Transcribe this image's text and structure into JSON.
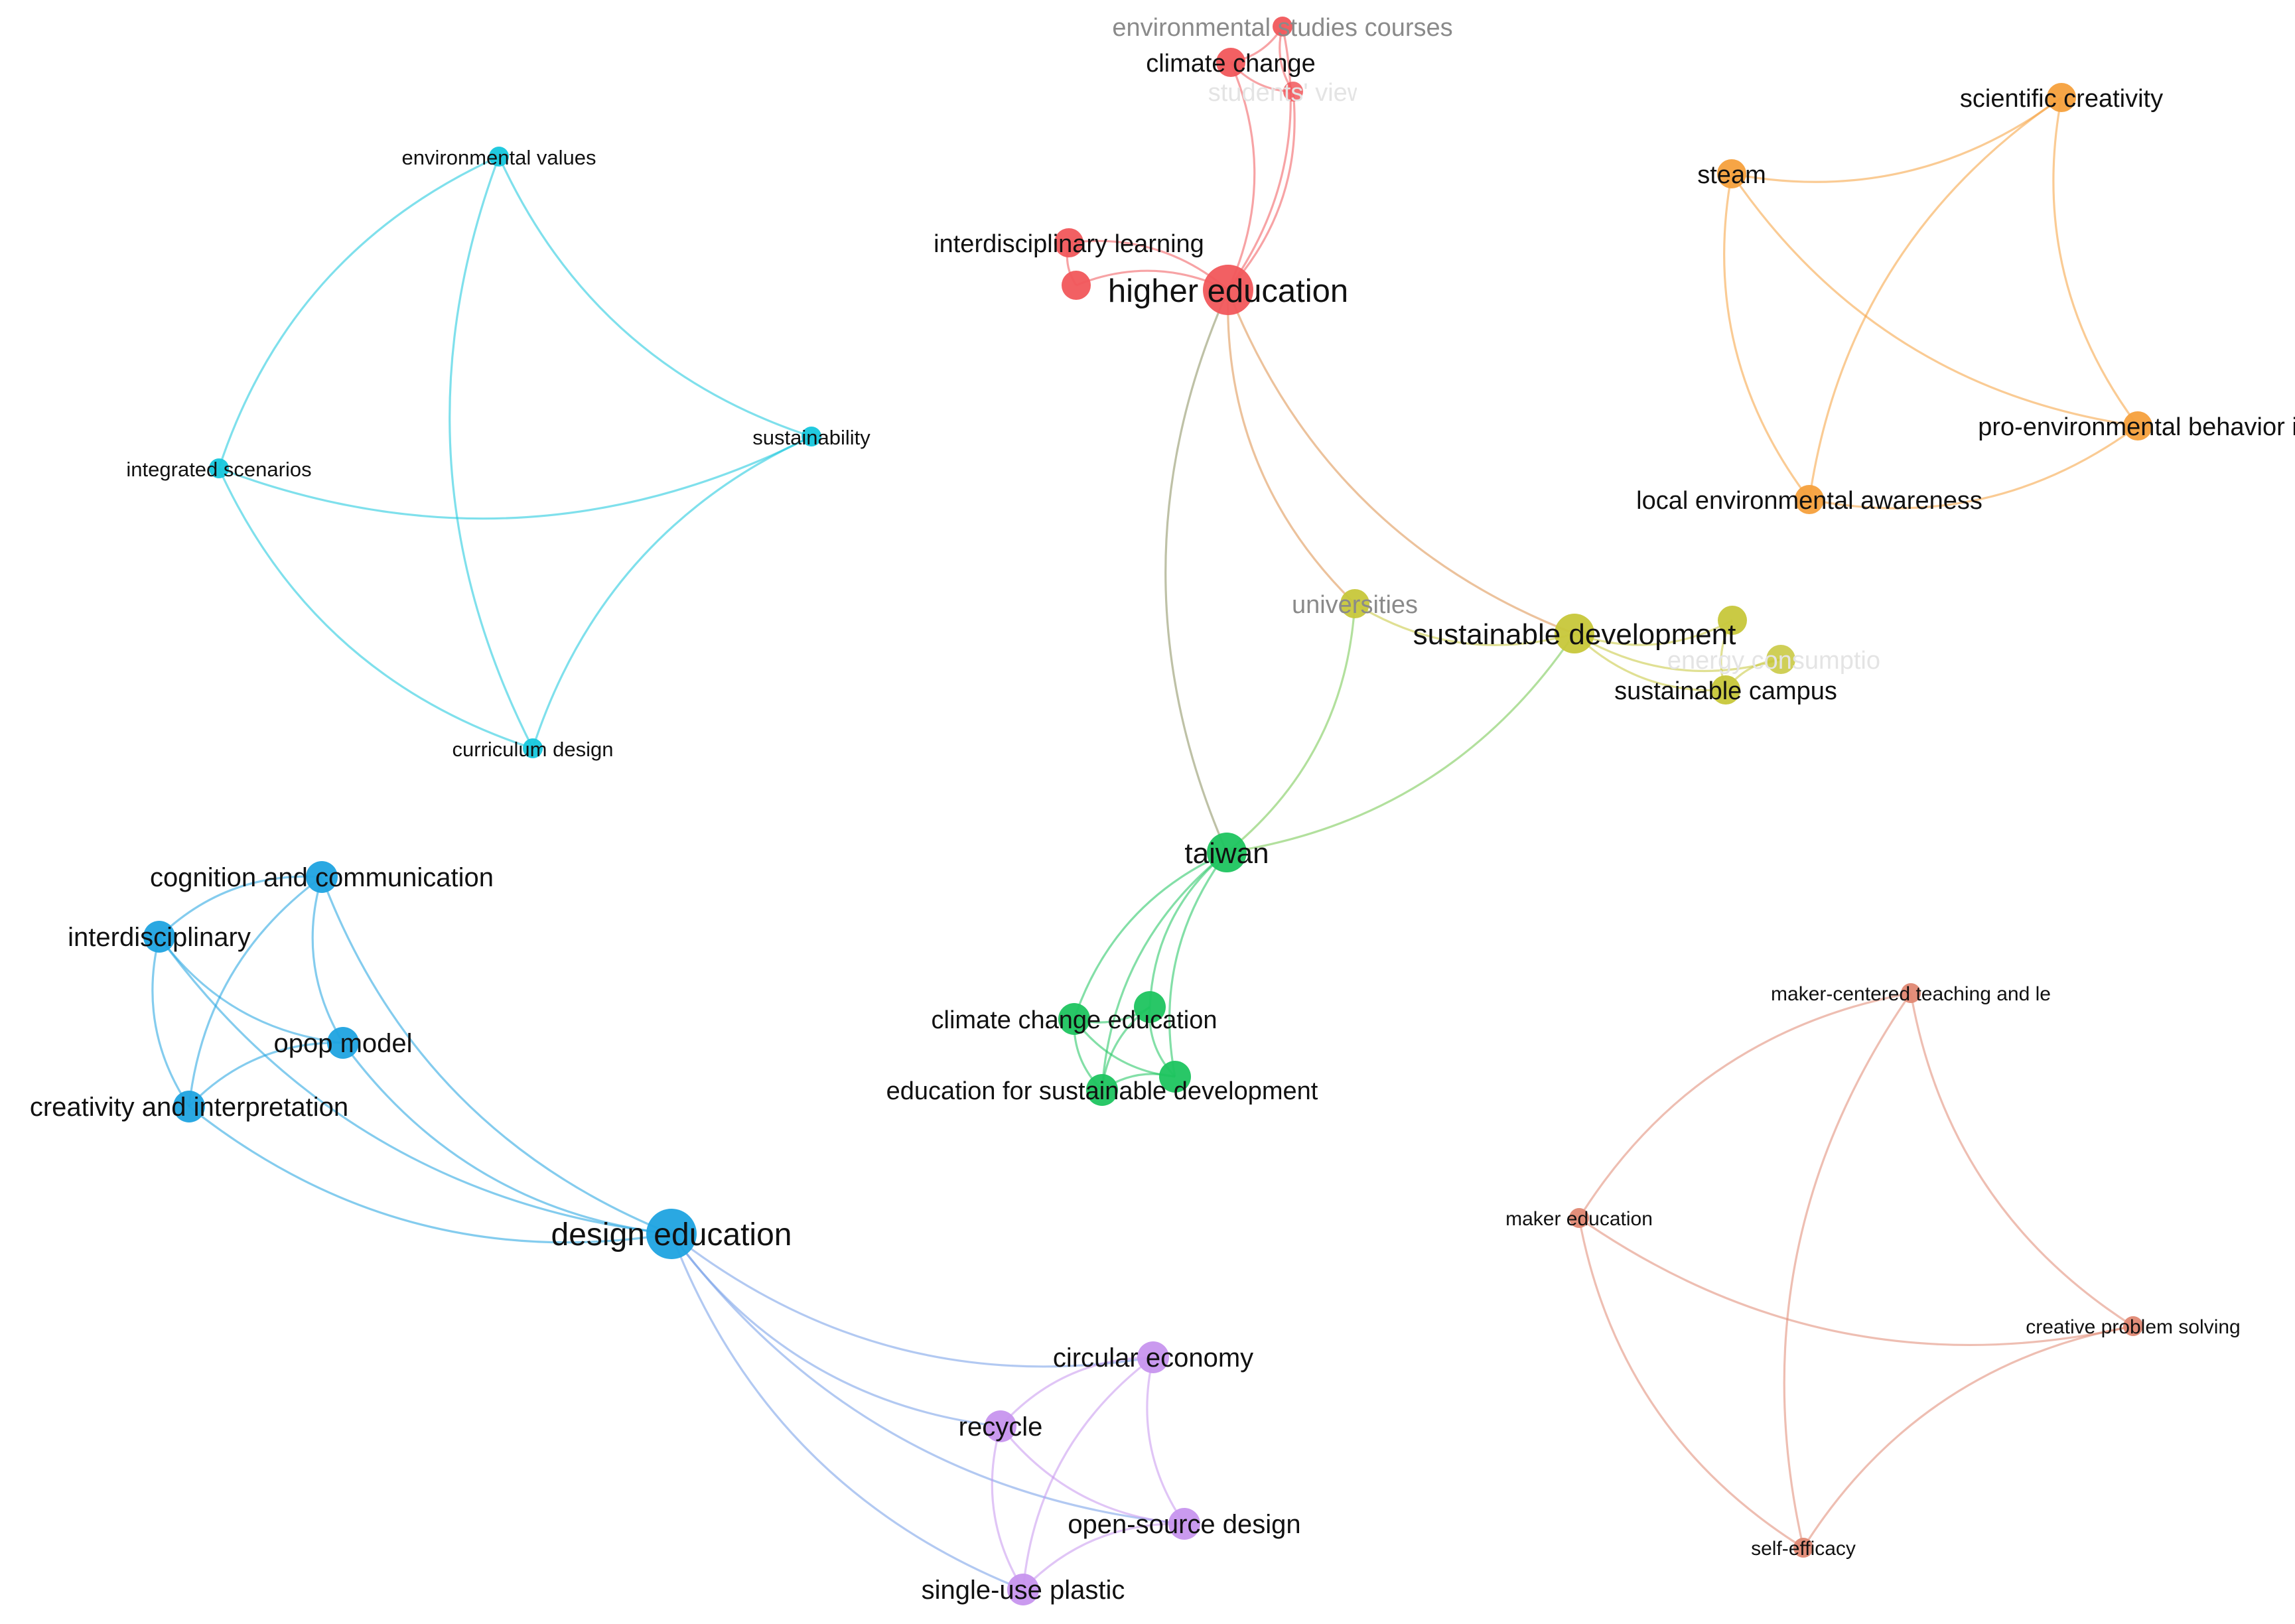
{
  "colors": {
    "cyan": "#16c7dd",
    "blue": "#1fa3e0",
    "purple": "#c795ee",
    "green": "#1ec45f",
    "yellow": "#c7c73a",
    "red": "#f1575b",
    "orange": "#f5a03c",
    "salmon": "#e08873"
  },
  "clusters": [
    {
      "id": "cyan",
      "color": "#16c7dd",
      "nodes": [
        {
          "id": "environmental-values",
          "label": "environmental values",
          "weight": 1
        },
        {
          "id": "integrated-scenarios",
          "label": "integrated scenarios",
          "weight": 1
        },
        {
          "id": "sustainability",
          "label": "sustainability",
          "weight": 1
        },
        {
          "id": "curriculum-design",
          "label": "curriculum design",
          "weight": 1
        }
      ]
    },
    {
      "id": "red",
      "color": "#f1575b",
      "nodes": [
        {
          "id": "environmental-studies-courses",
          "label": "environmental studies courses",
          "weight": 1,
          "faded": true
        },
        {
          "id": "climate-change",
          "label": "climate change",
          "weight": 2
        },
        {
          "id": "students-views",
          "label": "students' views",
          "weight": 1,
          "ghost": true
        },
        {
          "id": "interdisciplinary-learning",
          "label": "interdisciplinary learning",
          "weight": 2
        },
        {
          "id": "red-unlabeled",
          "label": "",
          "weight": 2
        },
        {
          "id": "higher-education",
          "label": "higher education",
          "weight": 5
        }
      ]
    },
    {
      "id": "orange",
      "color": "#f5a03c",
      "nodes": [
        {
          "id": "scientific-creativity",
          "label": "scientific creativity",
          "weight": 2
        },
        {
          "id": "steam",
          "label": "steam",
          "weight": 2
        },
        {
          "id": "pro-environmental-behavior",
          "label": "pro-environmental behavior i",
          "weight": 2
        },
        {
          "id": "local-environmental-awareness",
          "label": "local environmental awareness",
          "weight": 2
        }
      ]
    },
    {
      "id": "yellow",
      "color": "#c7c73a",
      "nodes": [
        {
          "id": "universities",
          "label": "universities",
          "weight": 2,
          "faded": true
        },
        {
          "id": "sustainable-development",
          "label": "sustainable development",
          "weight": 4
        },
        {
          "id": "yellow-unlabeled",
          "label": "",
          "weight": 2
        },
        {
          "id": "energy-consumption",
          "label": "energy consumption",
          "weight": 2,
          "ghost": true
        },
        {
          "id": "sustainable-campus",
          "label": "sustainable campus",
          "weight": 2
        }
      ]
    },
    {
      "id": "green",
      "color": "#1ec45f",
      "nodes": [
        {
          "id": "taiwan",
          "label": "taiwan",
          "weight": 4
        },
        {
          "id": "climate-change-education",
          "label": "climate change education",
          "weight": 3
        },
        {
          "id": "green-unlabeled-1",
          "label": "",
          "weight": 3
        },
        {
          "id": "green-unlabeled-2",
          "label": "",
          "weight": 3
        },
        {
          "id": "education-for-sustainable-development",
          "label": "education for sustainable development",
          "weight": 3
        }
      ]
    },
    {
      "id": "blue",
      "color": "#1fa3e0",
      "nodes": [
        {
          "id": "cognition-and-communication",
          "label": "cognition and communication",
          "weight": 3
        },
        {
          "id": "interdisciplinary",
          "label": "interdisciplinary",
          "weight": 3
        },
        {
          "id": "opop-model",
          "label": "opop model",
          "weight": 3
        },
        {
          "id": "creativity-and-interpretation",
          "label": "creativity and interpretation",
          "weight": 3
        },
        {
          "id": "design-education",
          "label": "design education",
          "weight": 5
        }
      ]
    },
    {
      "id": "purple",
      "color": "#c795ee",
      "nodes": [
        {
          "id": "circular-economy",
          "label": "circular economy",
          "weight": 3
        },
        {
          "id": "recycle",
          "label": "recycle",
          "weight": 3
        },
        {
          "id": "open-source-design",
          "label": "open-source design",
          "weight": 3
        },
        {
          "id": "single-use-plastic",
          "label": "single-use plastic",
          "weight": 3
        }
      ]
    },
    {
      "id": "salmon",
      "color": "#e08873",
      "nodes": [
        {
          "id": "maker-centered-teaching",
          "label": "maker-centered teaching and le",
          "weight": 1
        },
        {
          "id": "maker-education",
          "label": "maker education",
          "weight": 1
        },
        {
          "id": "creative-problem-solving",
          "label": "creative problem solving",
          "weight": 1
        },
        {
          "id": "self-efficacy",
          "label": "self-efficacy",
          "weight": 1
        }
      ]
    }
  ],
  "links": [
    [
      "environmental-values",
      "integrated-scenarios"
    ],
    [
      "environmental-values",
      "sustainability"
    ],
    [
      "environmental-values",
      "curriculum-design"
    ],
    [
      "integrated-scenarios",
      "sustainability"
    ],
    [
      "integrated-scenarios",
      "curriculum-design"
    ],
    [
      "sustainability",
      "curriculum-design"
    ],
    [
      "climate-change",
      "environmental-studies-courses"
    ],
    [
      "climate-change",
      "students-views"
    ],
    [
      "environmental-studies-courses",
      "students-views"
    ],
    [
      "higher-education",
      "climate-change"
    ],
    [
      "higher-education",
      "environmental-studies-courses"
    ],
    [
      "higher-education",
      "students-views"
    ],
    [
      "higher-education",
      "interdisciplinary-learning"
    ],
    [
      "higher-education",
      "red-unlabeled"
    ],
    [
      "interdisciplinary-learning",
      "red-unlabeled"
    ],
    [
      "higher-education",
      "sustainable-development"
    ],
    [
      "higher-education",
      "universities"
    ],
    [
      "higher-education",
      "taiwan"
    ],
    [
      "steam",
      "scientific-creativity"
    ],
    [
      "steam",
      "pro-environmental-behavior"
    ],
    [
      "steam",
      "local-environmental-awareness"
    ],
    [
      "scientific-creativity",
      "pro-environmental-behavior"
    ],
    [
      "scientific-creativity",
      "local-environmental-awareness"
    ],
    [
      "local-environmental-awareness",
      "pro-environmental-behavior"
    ],
    [
      "universities",
      "sustainable-development"
    ],
    [
      "sustainable-development",
      "yellow-unlabeled"
    ],
    [
      "sustainable-development",
      "energy-consumption"
    ],
    [
      "sustainable-development",
      "sustainable-campus"
    ],
    [
      "yellow-unlabeled",
      "sustainable-campus"
    ],
    [
      "energy-consumption",
      "sustainable-campus"
    ],
    [
      "taiwan",
      "universities"
    ],
    [
      "taiwan",
      "sustainable-development"
    ],
    [
      "taiwan",
      "climate-change-education"
    ],
    [
      "taiwan",
      "green-unlabeled-1"
    ],
    [
      "taiwan",
      "green-unlabeled-2"
    ],
    [
      "taiwan",
      "education-for-sustainable-development"
    ],
    [
      "climate-change-education",
      "green-unlabeled-1"
    ],
    [
      "climate-change-education",
      "green-unlabeled-2"
    ],
    [
      "climate-change-education",
      "education-for-sustainable-development"
    ],
    [
      "green-unlabeled-1",
      "green-unlabeled-2"
    ],
    [
      "green-unlabeled-1",
      "education-for-sustainable-development"
    ],
    [
      "green-unlabeled-2",
      "education-for-sustainable-development"
    ],
    [
      "cognition-and-communication",
      "interdisciplinary"
    ],
    [
      "cognition-and-communication",
      "opop-model"
    ],
    [
      "cognition-and-communication",
      "creativity-and-interpretation"
    ],
    [
      "cognition-and-communication",
      "design-education"
    ],
    [
      "interdisciplinary",
      "opop-model"
    ],
    [
      "interdisciplinary",
      "creativity-and-interpretation"
    ],
    [
      "interdisciplinary",
      "design-education"
    ],
    [
      "opop-model",
      "creativity-and-interpretation"
    ],
    [
      "opop-model",
      "design-education"
    ],
    [
      "creativity-and-interpretation",
      "design-education"
    ],
    [
      "design-education",
      "circular-economy"
    ],
    [
      "design-education",
      "recycle"
    ],
    [
      "design-education",
      "open-source-design"
    ],
    [
      "design-education",
      "single-use-plastic"
    ],
    [
      "circular-economy",
      "recycle"
    ],
    [
      "circular-economy",
      "open-source-design"
    ],
    [
      "circular-economy",
      "single-use-plastic"
    ],
    [
      "recycle",
      "open-source-design"
    ],
    [
      "recycle",
      "single-use-plastic"
    ],
    [
      "open-source-design",
      "single-use-plastic"
    ],
    [
      "maker-centered-teaching",
      "maker-education"
    ],
    [
      "maker-centered-teaching",
      "creative-problem-solving"
    ],
    [
      "maker-centered-teaching",
      "self-efficacy"
    ],
    [
      "maker-education",
      "creative-problem-solving"
    ],
    [
      "maker-education",
      "self-efficacy"
    ],
    [
      "creative-problem-solving",
      "self-efficacy"
    ]
  ]
}
